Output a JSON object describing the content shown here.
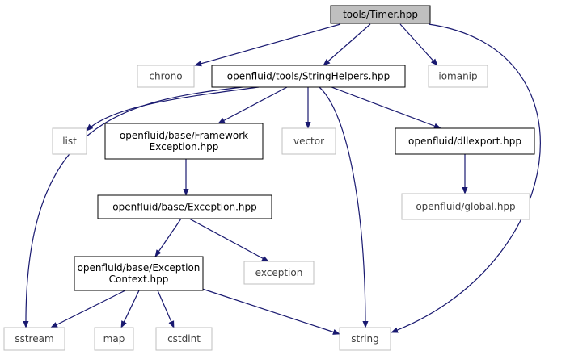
{
  "graph": {
    "nodes": [
      {
        "id": "timer",
        "lines": [
          "tools/Timer.hpp"
        ],
        "kind": "root"
      },
      {
        "id": "chrono",
        "lines": [
          "chrono"
        ],
        "kind": "external"
      },
      {
        "id": "stringhelpers",
        "lines": [
          "openfluid/tools/StringHelpers.hpp"
        ],
        "kind": "project"
      },
      {
        "id": "iomanip",
        "lines": [
          "iomanip"
        ],
        "kind": "external"
      },
      {
        "id": "list",
        "lines": [
          "list"
        ],
        "kind": "external"
      },
      {
        "id": "frameworkexc",
        "lines": [
          "openfluid/base/Framework",
          "Exception.hpp"
        ],
        "kind": "project"
      },
      {
        "id": "vector",
        "lines": [
          "vector"
        ],
        "kind": "external"
      },
      {
        "id": "dllexport",
        "lines": [
          "openfluid/dllexport.hpp"
        ],
        "kind": "project"
      },
      {
        "id": "global",
        "lines": [
          "openfluid/global.hpp"
        ],
        "kind": "external"
      },
      {
        "id": "exception",
        "lines": [
          "openfluid/base/Exception.hpp"
        ],
        "kind": "project"
      },
      {
        "id": "stdexception",
        "lines": [
          "exception"
        ],
        "kind": "external"
      },
      {
        "id": "exccontext",
        "lines": [
          "openfluid/base/Exception",
          "Context.hpp"
        ],
        "kind": "project"
      },
      {
        "id": "sstream",
        "lines": [
          "sstream"
        ],
        "kind": "external"
      },
      {
        "id": "map",
        "lines": [
          "map"
        ],
        "kind": "external"
      },
      {
        "id": "cstdint",
        "lines": [
          "cstdint"
        ],
        "kind": "external"
      },
      {
        "id": "string",
        "lines": [
          "string"
        ],
        "kind": "external"
      }
    ],
    "edges": [
      {
        "from": "timer",
        "to": "chrono"
      },
      {
        "from": "timer",
        "to": "stringhelpers"
      },
      {
        "from": "timer",
        "to": "iomanip"
      },
      {
        "from": "timer",
        "to": "string"
      },
      {
        "from": "stringhelpers",
        "to": "sstream"
      },
      {
        "from": "stringhelpers",
        "to": "list"
      },
      {
        "from": "stringhelpers",
        "to": "frameworkexc"
      },
      {
        "from": "stringhelpers",
        "to": "vector"
      },
      {
        "from": "stringhelpers",
        "to": "string"
      },
      {
        "from": "stringhelpers",
        "to": "dllexport"
      },
      {
        "from": "frameworkexc",
        "to": "exception"
      },
      {
        "from": "dllexport",
        "to": "global"
      },
      {
        "from": "exception",
        "to": "exccontext"
      },
      {
        "from": "exception",
        "to": "stdexception"
      },
      {
        "from": "exccontext",
        "to": "sstream"
      },
      {
        "from": "exccontext",
        "to": "map"
      },
      {
        "from": "exccontext",
        "to": "cstdint"
      },
      {
        "from": "exccontext",
        "to": "string"
      }
    ]
  },
  "colors": {
    "edge": "#191970",
    "root_fill": "#bfbfbf",
    "project_border": "#000000",
    "external_border": "#bfbfbf",
    "external_text": "#3f3f3f"
  }
}
